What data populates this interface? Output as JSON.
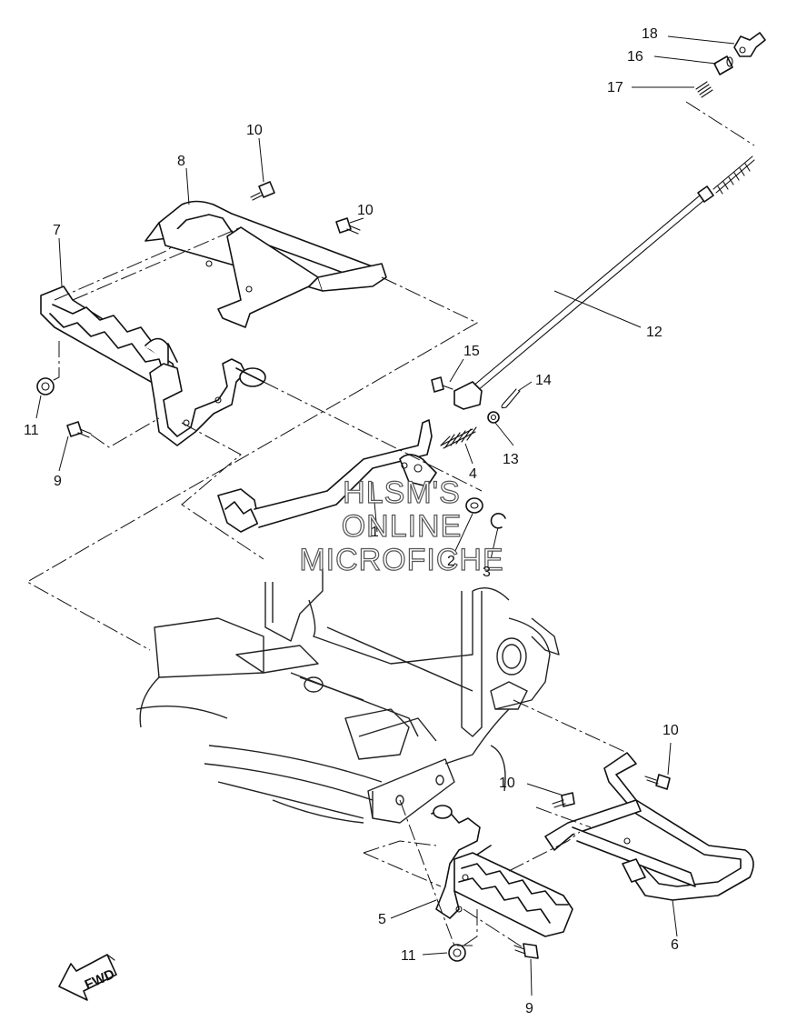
{
  "callouts": [
    {
      "id": "c1",
      "text": "1"
    },
    {
      "id": "c2",
      "text": "2"
    },
    {
      "id": "c3",
      "text": "3"
    },
    {
      "id": "c4",
      "text": "4"
    },
    {
      "id": "c5",
      "text": "5"
    },
    {
      "id": "c6",
      "text": "6"
    },
    {
      "id": "c7",
      "text": "7"
    },
    {
      "id": "c8",
      "text": "8"
    },
    {
      "id": "c9a",
      "text": "9"
    },
    {
      "id": "c9b",
      "text": "9"
    },
    {
      "id": "c10a",
      "text": "10"
    },
    {
      "id": "c10b",
      "text": "10"
    },
    {
      "id": "c10c",
      "text": "10"
    },
    {
      "id": "c10d",
      "text": "10"
    },
    {
      "id": "c11a",
      "text": "11"
    },
    {
      "id": "c11b",
      "text": "11"
    },
    {
      "id": "c12",
      "text": "12"
    },
    {
      "id": "c13",
      "text": "13"
    },
    {
      "id": "c14",
      "text": "14"
    },
    {
      "id": "c15",
      "text": "15"
    },
    {
      "id": "c16",
      "text": "16"
    },
    {
      "id": "c17",
      "text": "17"
    },
    {
      "id": "c18",
      "text": "18"
    }
  ],
  "watermark": {
    "line1": "HLSM'S",
    "line2": "ONLINE",
    "line3": "MICROFICHE"
  },
  "direction_badge": {
    "label": "FWD",
    "icon": "fwd-arrow-icon"
  },
  "colors": {
    "line": "#111111",
    "background": "#ffffff"
  }
}
